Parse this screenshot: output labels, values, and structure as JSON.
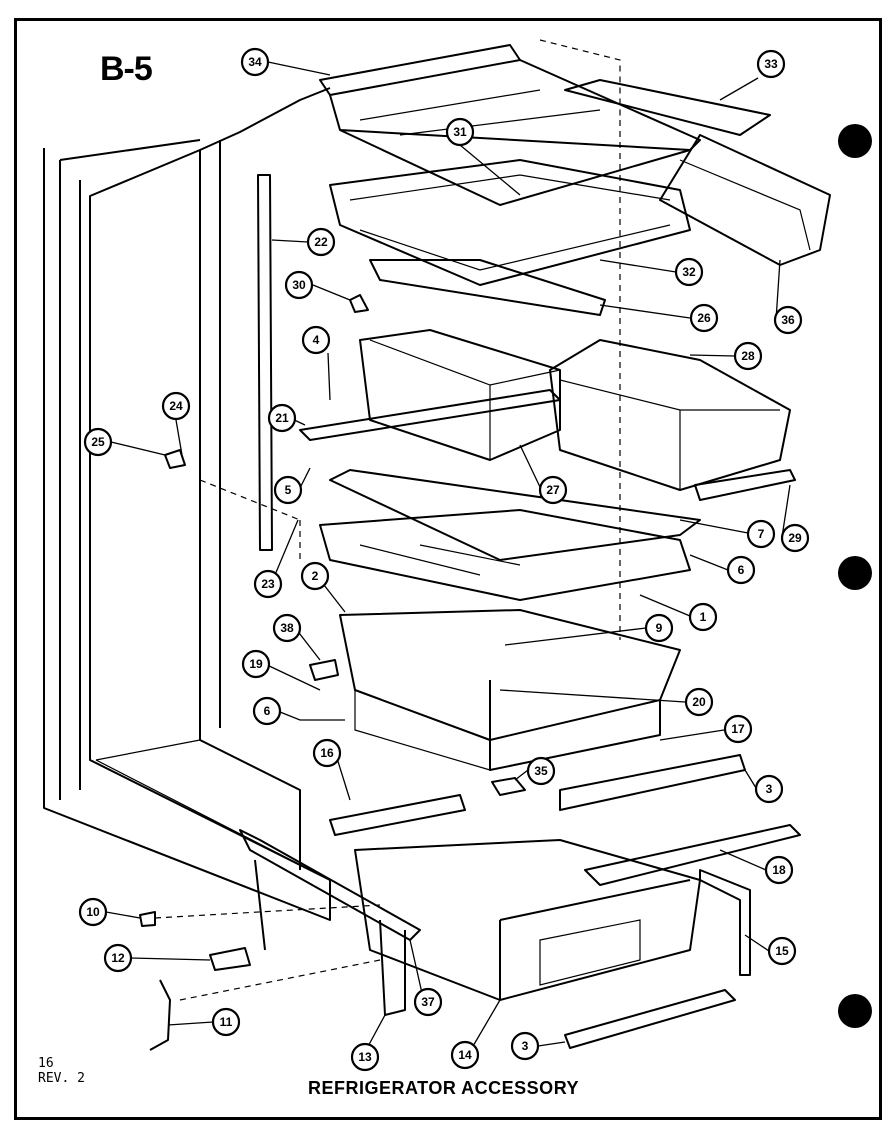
{
  "page_code": "B-5",
  "page_number": "16",
  "revision": "REV. 2",
  "caption": "REFRIGERATOR ACCESSORY",
  "callouts": [
    "34",
    "33",
    "31",
    "22",
    "32",
    "30",
    "26",
    "36",
    "4",
    "28",
    "24",
    "21",
    "25",
    "27",
    "5",
    "7",
    "29",
    "6",
    "23",
    "2",
    "1",
    "38",
    "9",
    "19",
    "20",
    "6",
    "17",
    "16",
    "35",
    "3",
    "18",
    "10",
    "15",
    "12",
    "37",
    "11",
    "13",
    "14",
    "3"
  ]
}
